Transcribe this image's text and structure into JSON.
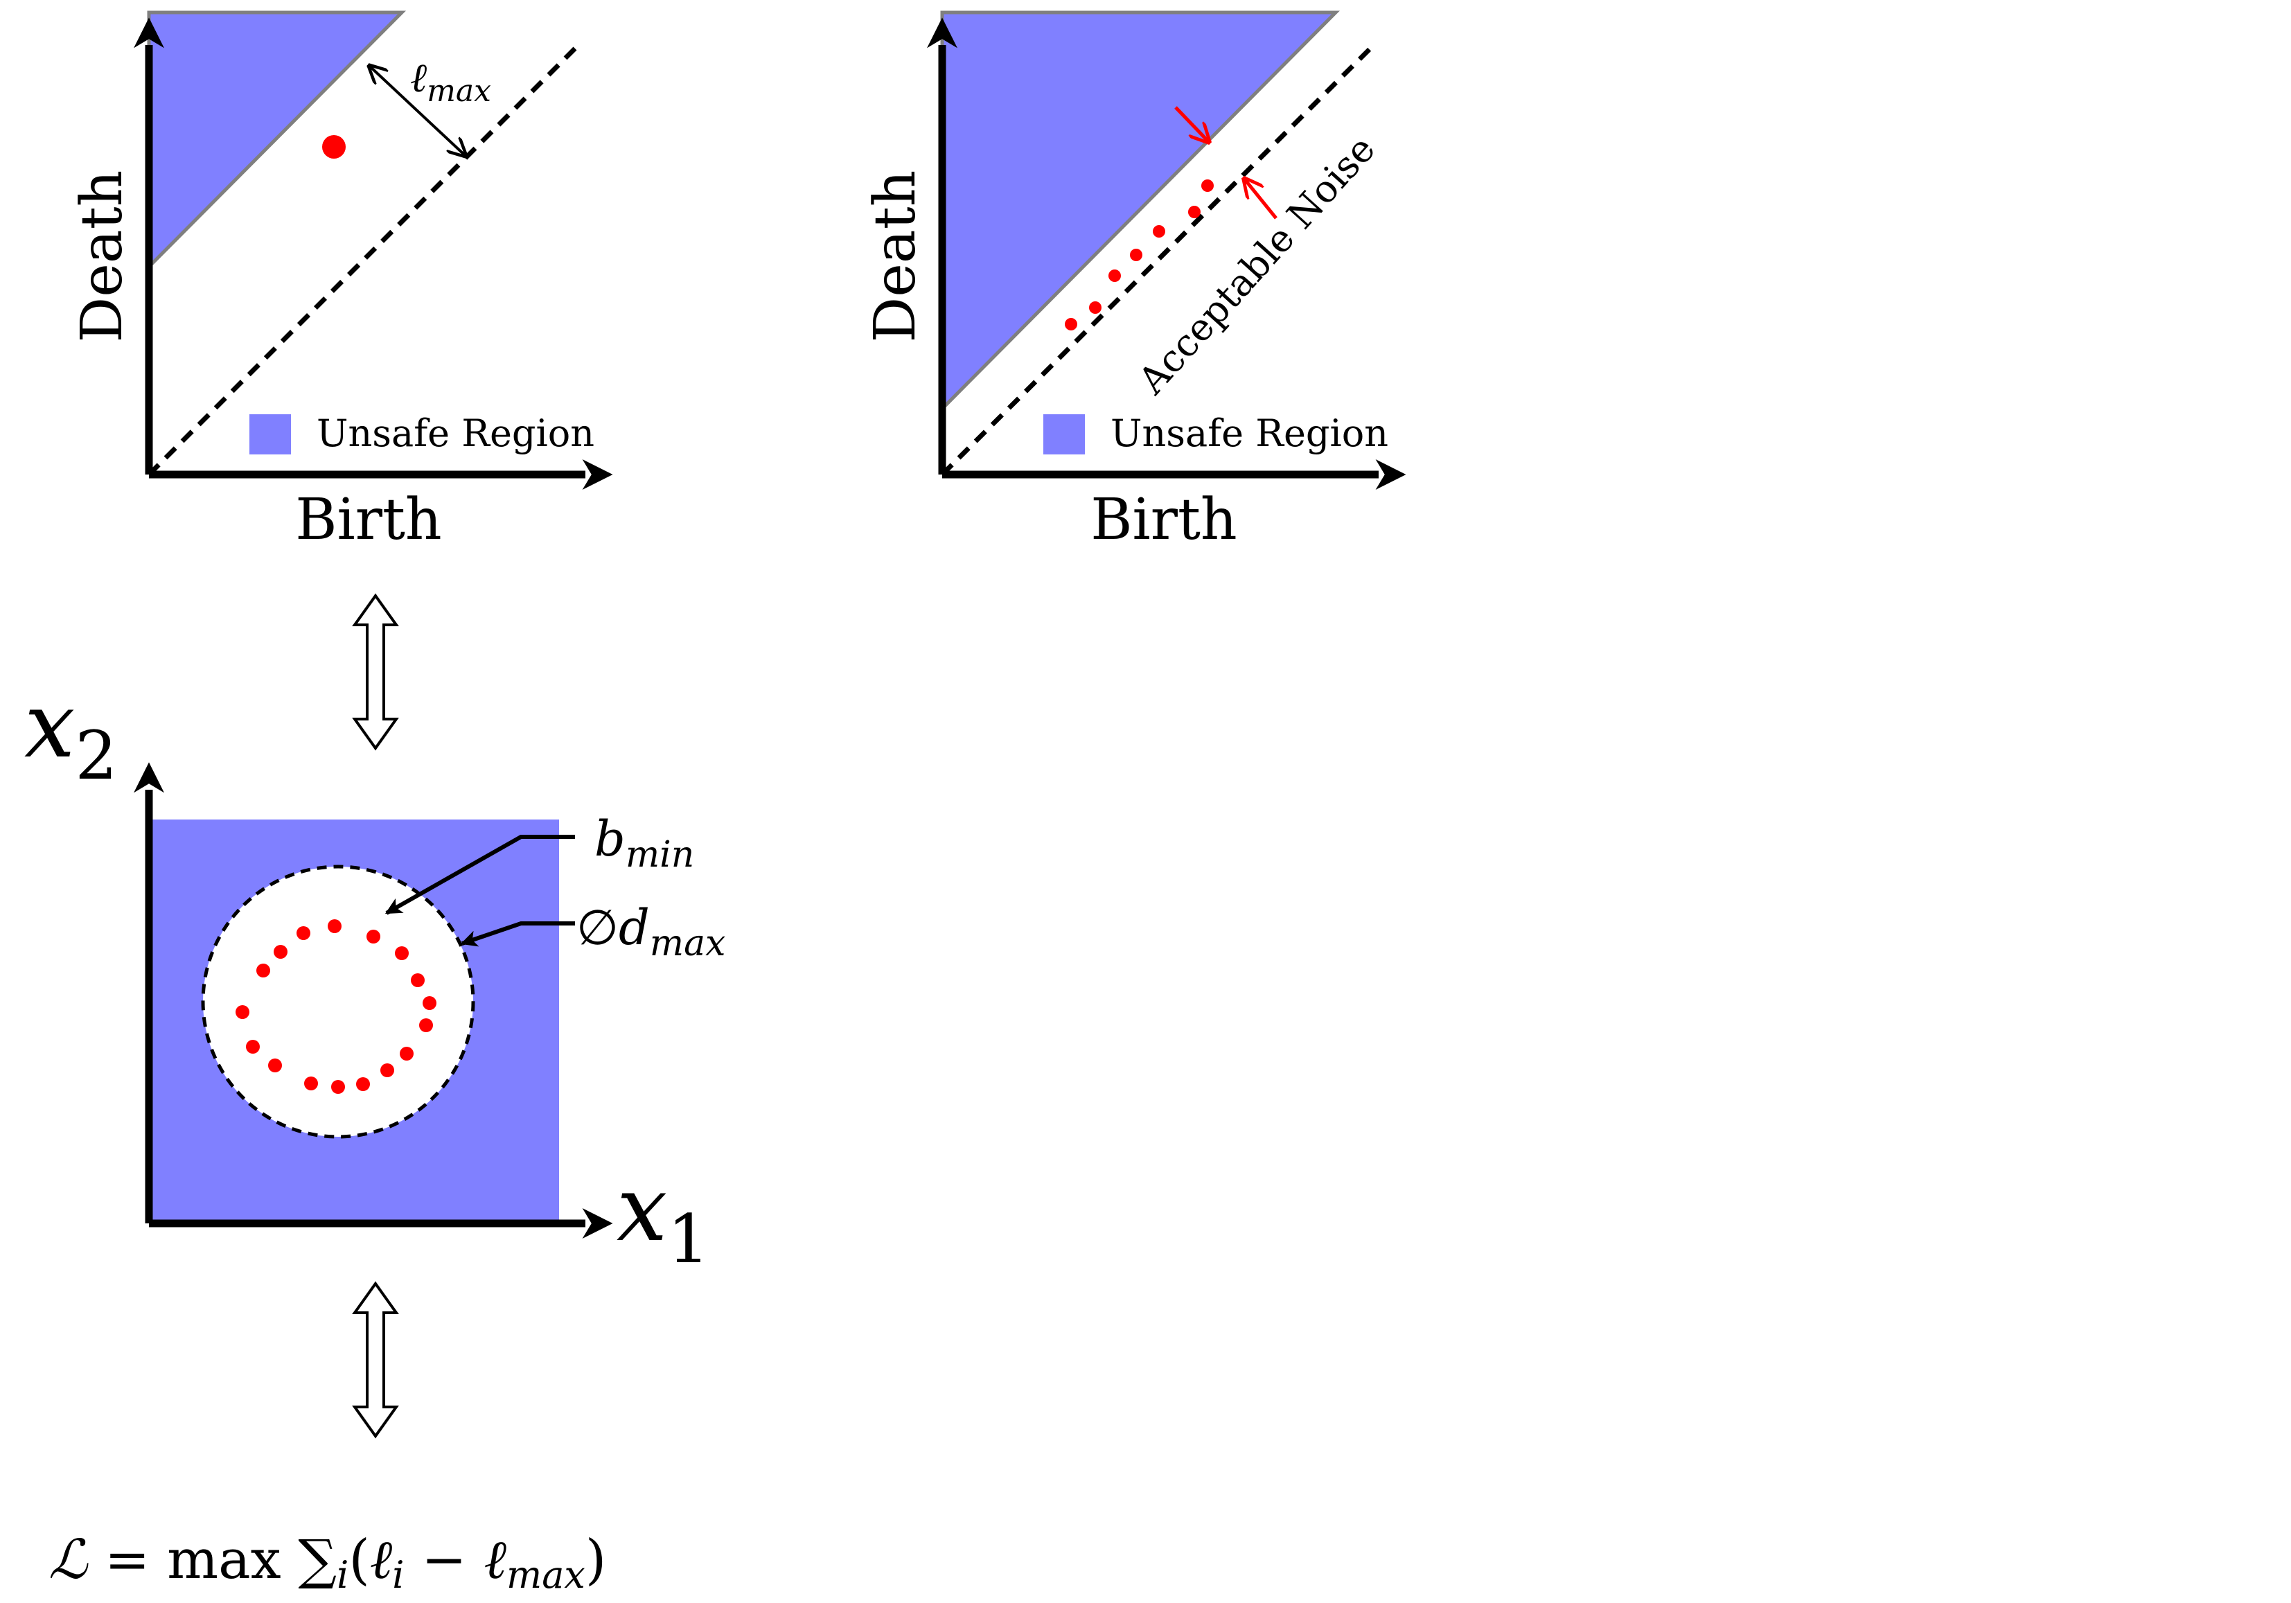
{
  "colors": {
    "unsafe_fill": "#8080ff",
    "unsafe_edge": "#7f7f7f",
    "points": "#ff0000",
    "axes": "#000000"
  },
  "panel_left": {
    "y_label": "Death",
    "x_label": "Birth",
    "legend_label": "Unsafe Region",
    "lmax_label": {
      "base": "ℓ",
      "sub": "max"
    }
  },
  "panel_right": {
    "y_label": "Death",
    "x_label": "Birth",
    "legend_label": "Unsafe Region",
    "noise_label": "Acceptable Noise"
  },
  "input_space": {
    "x1_label": {
      "base": "x",
      "sub": "1"
    },
    "x2_label": {
      "base": "x",
      "sub": "2"
    },
    "bmin_label": {
      "base": "b",
      "sub": "min"
    },
    "dmax_label": {
      "prefix": "∅",
      "base": "d",
      "sub": "max"
    }
  },
  "loss": {
    "calL": "ℒ",
    "eq": " = max ",
    "sum": "∑",
    "sum_sub": "i",
    "open": "(",
    "l1": "ℓ",
    "l1_sub": "i",
    "minus": " − ",
    "l2": "ℓ",
    "l2_sub": "max",
    "close": ")"
  },
  "equivalence_symbol": "⇕"
}
